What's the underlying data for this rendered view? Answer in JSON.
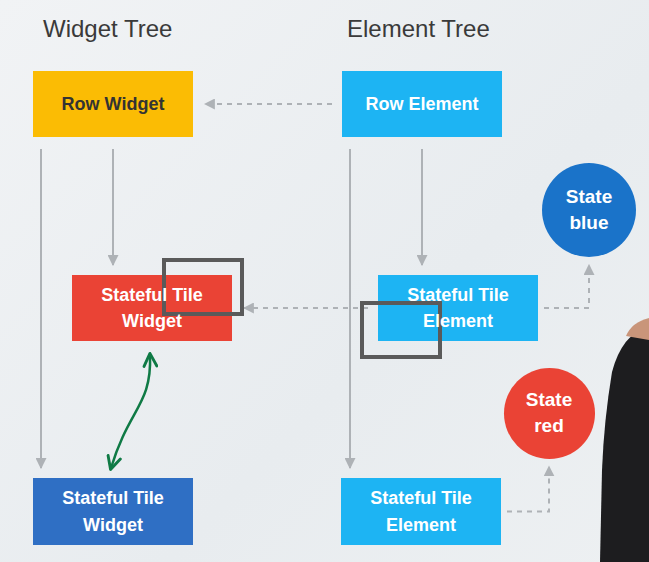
{
  "diagram": {
    "nodes": [
      {
        "text": [
          "Row Widget"
        ]
      },
      {
        "text": [
          "Row Element"
        ]
      },
      {
        "text": [
          "State blue"
        ]
      },
      {
        "text": [
          "Stateful Tile Widget"
        ]
      },
      {
        "text": [
          "Stateful Tile Element"
        ]
      },
      {
        "text": [
          "State red"
        ]
      },
      {
        "text": [
          "Stateful Tile Widget"
        ]
      },
      {
        "text": [
          "Stateful Tile Element"
        ]
      }
    ],
    "edges": [
      {
        "from": 1,
        "to": 0,
        "arrow": "to"
      },
      {
        "from": 0,
        "to": 3,
        "arrow": "to"
      },
      {
        "from": 0,
        "to": 6,
        "arrow": "to"
      },
      {
        "from": 1,
        "to": 4,
        "arrow": "to"
      },
      {
        "from": 1,
        "to": 7,
        "arrow": "to"
      },
      {
        "from": 4,
        "to": 3,
        "arrow": "to"
      },
      {
        "from": 4,
        "to": 2,
        "arrow": "to"
      },
      {
        "from": 7,
        "to": 5,
        "arrow": "to"
      },
      {
        "from": 3,
        "to": 6,
        "arrow": "both"
      }
    ],
    "labels": [
      "Widget Tree",
      "Element Tree"
    ]
  }
}
